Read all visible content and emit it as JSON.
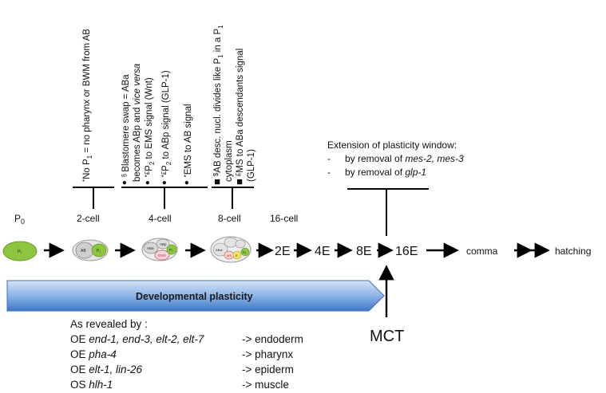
{
  "annotations": [
    {
      "prefix": "*",
      "text": "No P",
      "sub": "1",
      "rest": " = no pharynx or BWM from AB"
    },
    {
      "prefix": "§ ",
      "text": "Blastomere swap = ABa"
    },
    {
      "text": "becomes ABp and ",
      "ital": "vice versa"
    },
    {
      "prefix": "*£",
      "text": "P",
      "sub": "2",
      "rest": " to EMS signal (Wnt)"
    },
    {
      "prefix": "*£",
      "text": "P",
      "sub": "2",
      "rest": " to ABp signal (GLP-1)"
    },
    {
      "prefix": "*",
      "text": "EMS to AB signal"
    },
    {
      "prefix": "$",
      "text": "AB desc. nucl. divides like P",
      "sub": "1",
      "rest": " in a P",
      "sub2": "1"
    },
    {
      "text": "cytoplasm"
    },
    {
      "prefix": "£",
      "text": "MS to ABa descendants signal"
    },
    {
      "text": "(GLP-1)"
    }
  ],
  "stages": {
    "p0": "P",
    "p0_sub": "0",
    "two_cell": "2-cell",
    "four_cell": "4-cell",
    "eight_cell": "8-cell",
    "sixteen_cell": "16-cell"
  },
  "embryo_labels": {
    "p0_cell": "P₀",
    "ab": "AB",
    "p1": "P₁",
    "aba": "ABa",
    "abp": "ABp",
    "ems": "EMS",
    "p2": "P₂",
    "abal": "ABal",
    "ms": "MS",
    "e": "E",
    "p3": "P₃"
  },
  "sequence": {
    "s2e": "2E",
    "s4e": "4E",
    "s8e": "8E",
    "s16e": "16E",
    "comma": "comma",
    "hatching": "hatching"
  },
  "plasticity_bar": "Developmental plasticity",
  "mct": "MCT",
  "extension": {
    "title": "Extension of plasticity window:",
    "line1_prefix": "by removal of ",
    "line1_genes": "mes-2, mes-3",
    "line2_prefix": "by removal of ",
    "line2_genes": "glp-1"
  },
  "revealed": {
    "title": "As revealed by :",
    "rows": [
      {
        "method": "OE ",
        "genes": "end-1, end-3, elt-2, elt-7",
        "target": "-> endoderm"
      },
      {
        "method": "OE ",
        "genes": "pha-4",
        "target": "-> pharynx"
      },
      {
        "method": "OE ",
        "genes": "elt-1, lin-26",
        "target": "-> epiderm"
      },
      {
        "method": "OS ",
        "genes": "hlh-1",
        "target": "-> muscle"
      }
    ]
  },
  "colors": {
    "bar_top": "#bcd3f0",
    "bar_bottom": "#4f86cf",
    "cell_green": "#8cc63f",
    "cell_grey": "#d9d9d9"
  }
}
